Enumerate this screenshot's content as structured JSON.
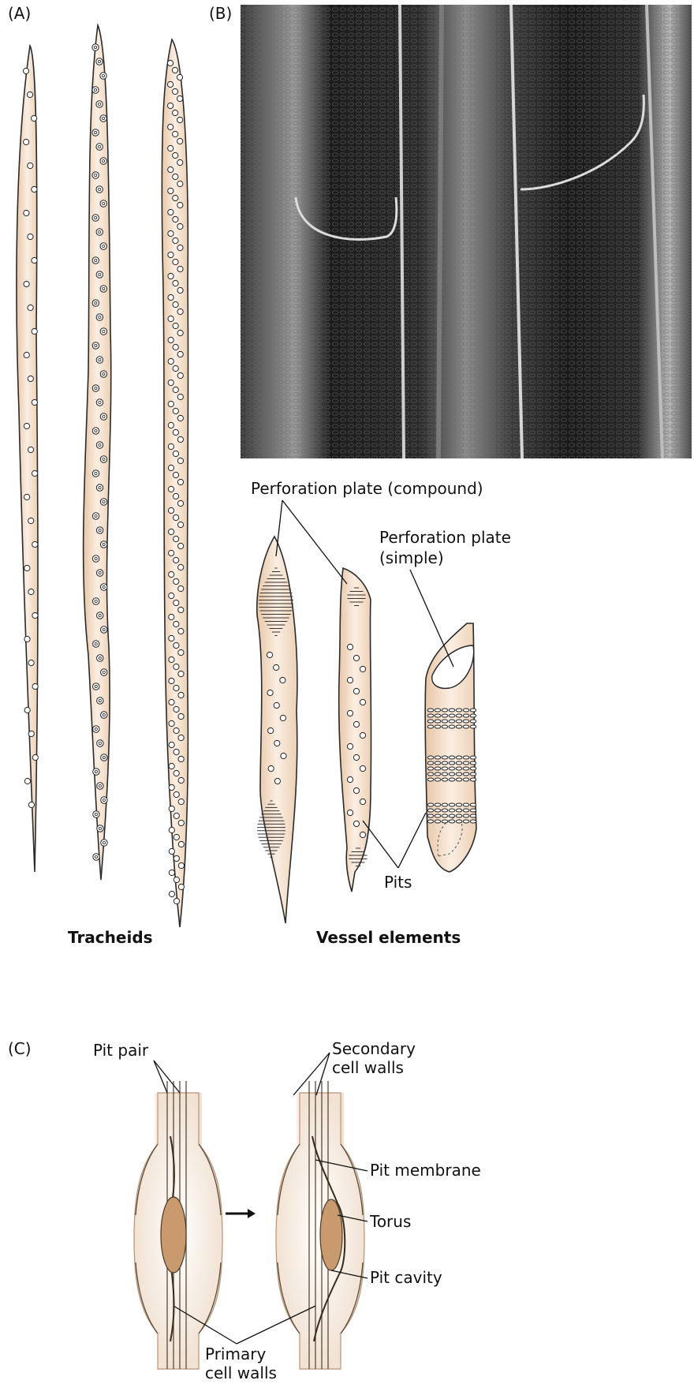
{
  "panels": {
    "a": {
      "letter": "(A)",
      "caption": "Tracheids"
    },
    "b": {
      "letter": "(B)",
      "caption": "Vessel elements",
      "labels": {
        "compound": "Perforation plate (compound)",
        "simple_line1": "Perforation plate",
        "simple_line2": "(simple)",
        "pits": "Pits"
      }
    },
    "c": {
      "letter": "(C)",
      "labels": {
        "pit_pair": "Pit pair",
        "secondary_line1": "Secondary",
        "secondary_line2": "cell walls",
        "pit_membrane": "Pit membrane",
        "torus": "Torus",
        "pit_cavity": "Pit cavity",
        "primary_line1": "Primary",
        "primary_line2": "cell walls"
      }
    }
  },
  "colors": {
    "cell_fill": "#f3dcc6",
    "cell_fill_dark": "#e6c3a2",
    "torus": "#c89a6e",
    "micrograph": "#1e1e1e"
  }
}
